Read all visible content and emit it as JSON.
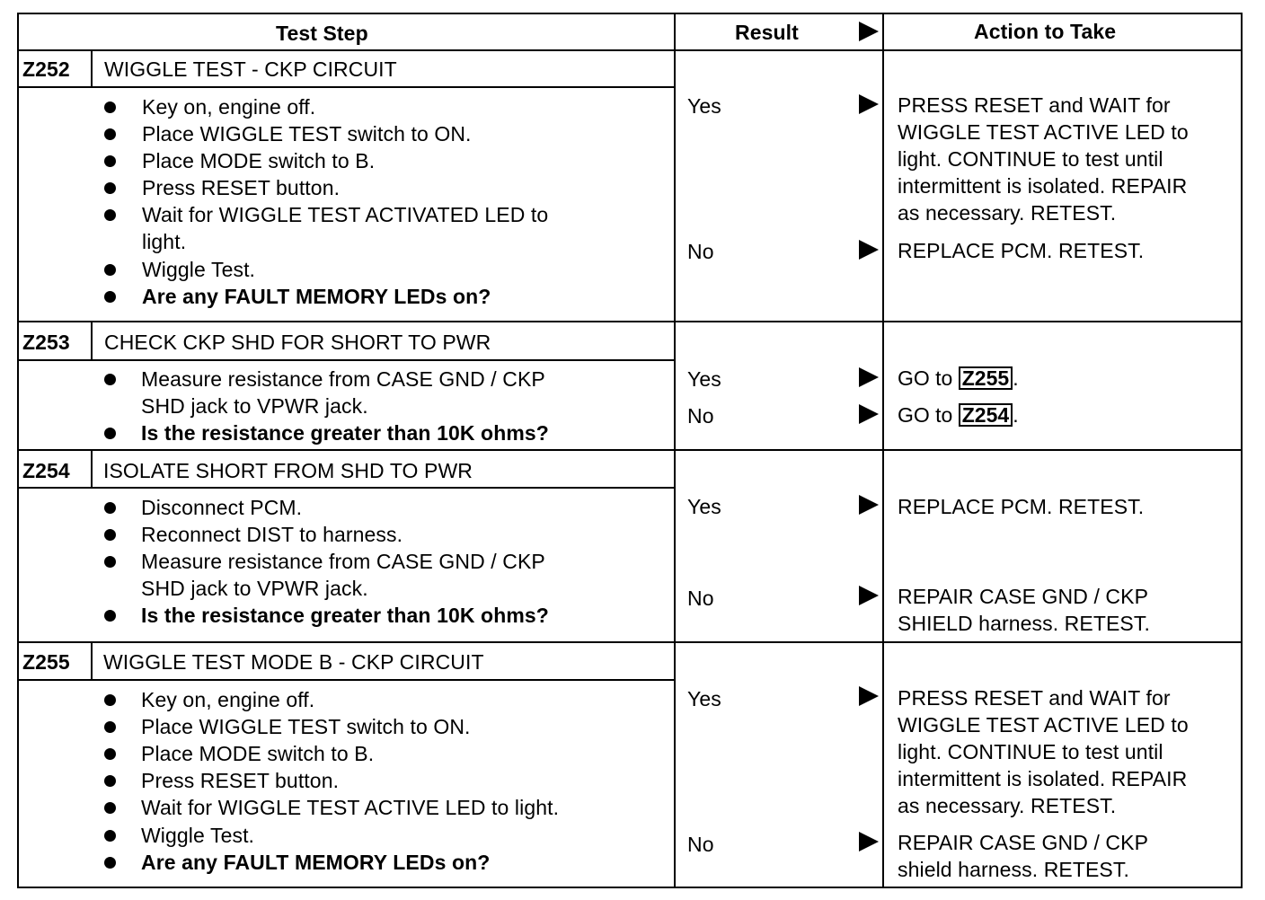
{
  "header": {
    "test_step": "Test Step",
    "result": "Result",
    "action": "Action to Take"
  },
  "steps": [
    {
      "code": "Z252",
      "title": "WIGGLE TEST - CKP CIRCUIT",
      "bullets": [
        "Key on, engine off.",
        "Place WIGGLE TEST switch to ON.",
        "Place MODE switch to B.",
        "Press RESET button.",
        "Wait for WIGGLE TEST ACTIVATED LED to",
        "light.",
        "Wiggle Test.",
        "Are any FAULT MEMORY LEDs on?"
      ],
      "yes": "Yes",
      "no": "No",
      "yes_action": [
        "PRESS RESET and WAIT for",
        "WIGGLE TEST ACTIVE LED to",
        "light. CONTINUE to test until",
        "intermittent is isolated. REPAIR",
        "as necessary. RETEST."
      ],
      "no_action": [
        "REPLACE PCM. RETEST."
      ]
    },
    {
      "code": "Z253",
      "title": "CHECK CKP SHD FOR SHORT TO PWR",
      "bullets": [
        "Measure resistance from CASE GND / CKP",
        "SHD jack to VPWR jack.",
        "Is the resistance greater than 10K ohms?"
      ],
      "yes": "Yes",
      "no": "No",
      "yes_action_prefix": "GO to",
      "yes_action_ref": "Z255",
      "yes_action_suffix": ".",
      "no_action_prefix": "GO to",
      "no_action_ref": "Z254",
      "no_action_suffix": "."
    },
    {
      "code": "Z254",
      "title": "ISOLATE SHORT FROM SHD TO PWR",
      "bullets": [
        "Disconnect PCM.",
        "Reconnect DIST to harness.",
        "Measure resistance from CASE GND / CKP",
        "SHD jack to VPWR jack.",
        "Is the resistance greater than 10K ohms?"
      ],
      "yes": "Yes",
      "no": "No",
      "yes_action": [
        "REPLACE PCM. RETEST."
      ],
      "no_action": [
        "REPAIR CASE GND / CKP",
        "SHIELD harness. RETEST."
      ]
    },
    {
      "code": "Z255",
      "title": "WIGGLE TEST MODE B - CKP CIRCUIT",
      "bullets": [
        "Key on, engine off.",
        "Place WIGGLE TEST switch to ON.",
        "Place MODE switch to B.",
        "Press RESET button.",
        "Wait for WIGGLE TEST ACTIVE LED to light.",
        "Wiggle Test.",
        "Are any FAULT MEMORY LEDs on?"
      ],
      "yes": "Yes",
      "no": "No",
      "yes_action": [
        "PRESS RESET and WAIT for",
        "WIGGLE TEST ACTIVE LED to",
        "light. CONTINUE to test until",
        "intermittent is isolated. REPAIR",
        "as necessary. RETEST."
      ],
      "no_action": [
        "REPAIR CASE GND / CKP",
        "shield harness. RETEST."
      ]
    }
  ]
}
